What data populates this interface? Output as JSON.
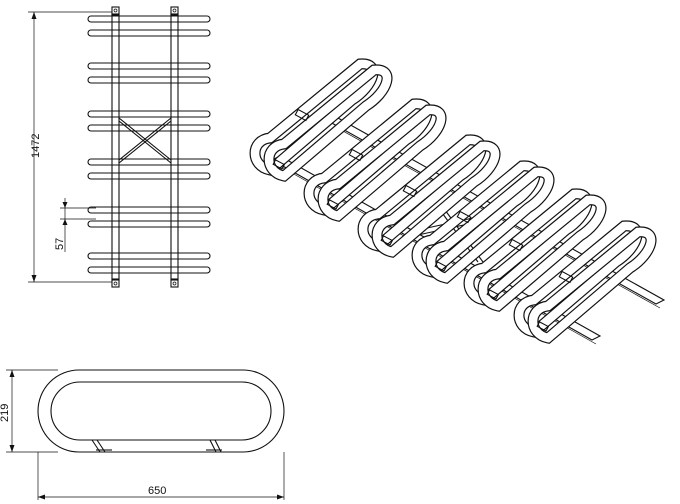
{
  "dimensions": {
    "height_total": "1472",
    "pitch": "57",
    "loop_height": "219",
    "loop_width": "650"
  },
  "colors": {
    "line": "#111111",
    "background": "#ffffff"
  }
}
